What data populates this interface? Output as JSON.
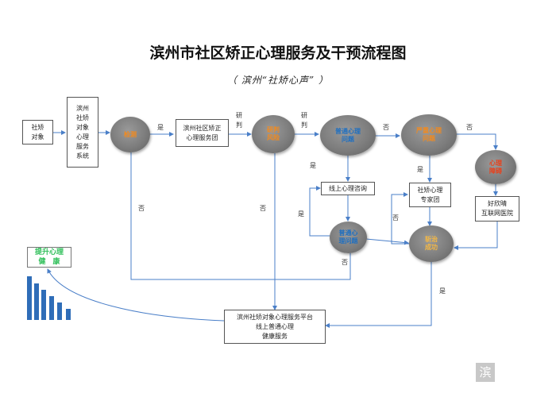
{
  "title": "滨州市社区矫正心理服务及干预流程图",
  "subtitle": "（ 滨州“社矫心声” ）",
  "nodes": {
    "subject": "社矫\n对象",
    "system": "滨州\n社矫\n对象\n心理\n服务\n系统",
    "check": "检测",
    "team": "滨州社区矫正\n心理服务团",
    "risk": "研判\n风险",
    "normal_problem": "普通心理\n问题",
    "severe_problem": "严重心理\n问题",
    "disorder": "心理\n障碍",
    "online_consult": "线上心理咨询",
    "normal_problem2": "普通心\n理问题",
    "expert": "社矫心理\n专家团",
    "hospital": "好欣晴\n互联网医院",
    "success": "斩治\n成功",
    "platform": "滨州社矫对象心理服务平台\n线上普通心理\n健康服务",
    "goal": "提升心理\n健　康"
  },
  "labels": {
    "yes": "是",
    "no": "否",
    "judge": "研\n判"
  },
  "colors": {
    "ellipse": "#7d7d7d",
    "arrow": "#4a7fc8",
    "bars": "#2f6db8",
    "goal_text": "#2fbf59"
  },
  "icons": {
    "logo": "滨"
  }
}
